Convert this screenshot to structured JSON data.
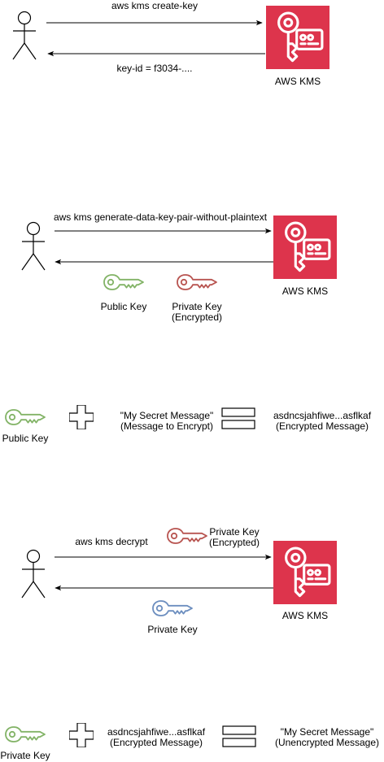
{
  "service": {
    "name": "AWS KMS",
    "brand_color": "#DD344C",
    "brand_color_dark": "#BD0816"
  },
  "colors": {
    "public_key": "#82b366",
    "private_key_encrypted": "#b85450",
    "private_key_plain": "#6c8ebf"
  },
  "scene1": {
    "request": "aws kms create-key",
    "response": "key-id = f3034-....",
    "service_label": "AWS KMS"
  },
  "scene2": {
    "request": "aws kms generate-data-key-pair-without-plaintext",
    "public_key_label": "Public Key",
    "private_key_label_line1": "Private Key",
    "private_key_label_line2": "(Encrypted)",
    "service_label": "AWS KMS"
  },
  "scene3": {
    "key_label": "Public Key",
    "operator_plus": "plus",
    "operator_equals": "equals",
    "input_line1": "\"My Secret Message\"",
    "input_line2": "(Message to Encrypt)",
    "output_line1": "asdncsjahfiwe...asflkaf",
    "output_line2": "(Encrypted Message)"
  },
  "scene4": {
    "request": "aws kms decrypt",
    "sent_key_label_line1": "Private Key",
    "sent_key_label_line2": "(Encrypted)",
    "returned_key_label": "Private Key",
    "service_label": "AWS KMS"
  },
  "scene5": {
    "key_label": "Private Key",
    "operator_plus": "plus",
    "operator_equals": "equals",
    "input_line1": "asdncsjahfiwe...asflkaf",
    "input_line2": "(Encrypted Message)",
    "output_line1": "\"My Secret Message\"",
    "output_line2": "(Unencrypted Message)"
  }
}
